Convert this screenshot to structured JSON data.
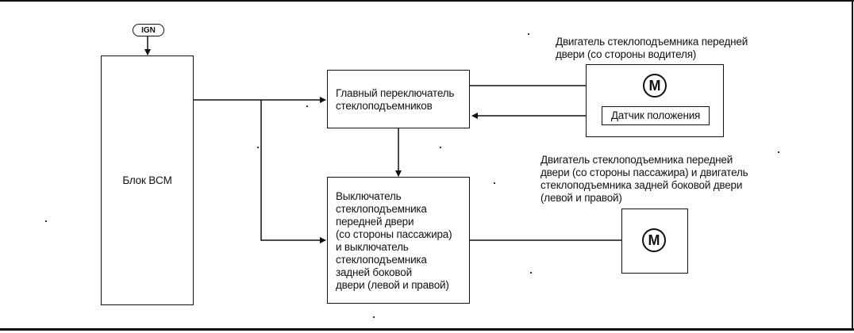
{
  "ign": {
    "label": "IGN"
  },
  "bcm": {
    "label": "Блок BCM"
  },
  "main_switch": {
    "label": "Главный переключатель\nстеклоподъемников"
  },
  "passenger_switch": {
    "label": "Выключатель\nстеклоподъемника\nпередней двери\n(со стороны пассажира)\nи выключатель\nстеклоподъемника\nзадней боковой\nдвери (левой и правой)"
  },
  "driver_motor_unit": {
    "caption": "Двигатель стеклоподъемника передней\nдвери (со стороны водителя)",
    "motor_symbol": "M",
    "sensor_label": "Датчик положения"
  },
  "passenger_motor_unit": {
    "caption": "Двигатель стеклоподъемника передней\nдвери (со стороны пассажира) и двигатель\nстеклоподъемника задней боковой двери\n(левой и правой)",
    "motor_symbol": "M"
  }
}
